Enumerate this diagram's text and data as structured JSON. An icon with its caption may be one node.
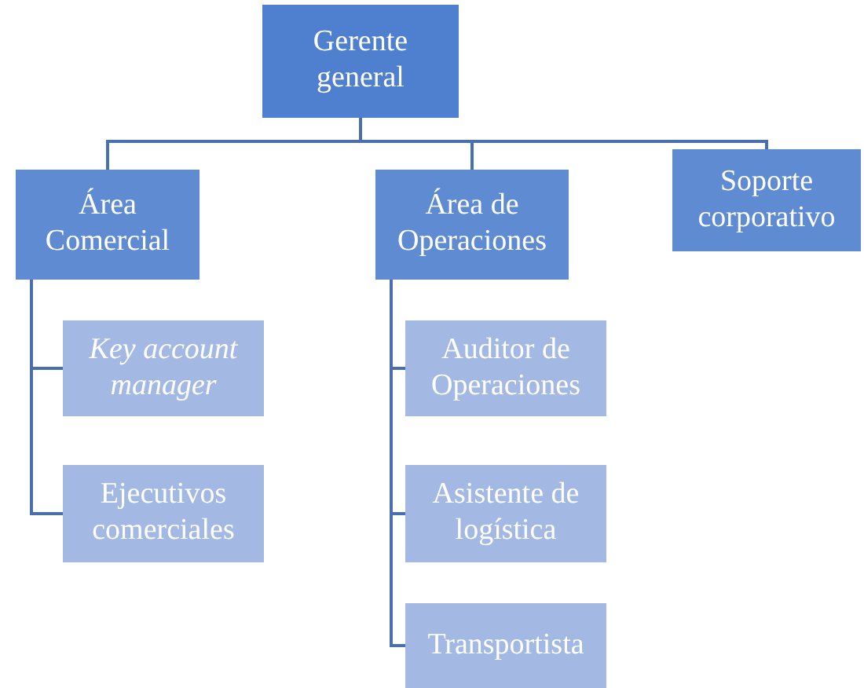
{
  "diagram": {
    "nodes": [
      {
        "text": [
          "Gerente general"
        ]
      },
      {
        "text": [
          "Área Comercial"
        ]
      },
      {
        "text": [
          "Área de Operaciones"
        ]
      },
      {
        "text": [
          "Soporte corporativo"
        ]
      },
      {
        "text": [
          "Key account manager"
        ]
      },
      {
        "text": [
          "Ejecutivos comerciales"
        ]
      },
      {
        "text": [
          "Auditor de Operaciones"
        ]
      },
      {
        "text": [
          "Asistente de logística"
        ]
      },
      {
        "text": [
          "Transportista"
        ]
      }
    ],
    "edges": [
      {
        "from": 0,
        "to": 1,
        "arrow": "none"
      },
      {
        "from": 0,
        "to": 2,
        "arrow": "none"
      },
      {
        "from": 0,
        "to": 3,
        "arrow": "none"
      },
      {
        "from": 1,
        "to": 4,
        "arrow": "none"
      },
      {
        "from": 1,
        "to": 5,
        "arrow": "none"
      },
      {
        "from": 2,
        "to": 6,
        "arrow": "none"
      },
      {
        "from": 2,
        "to": 7,
        "arrow": "none"
      },
      {
        "from": 2,
        "to": 8,
        "arrow": "none"
      }
    ]
  }
}
